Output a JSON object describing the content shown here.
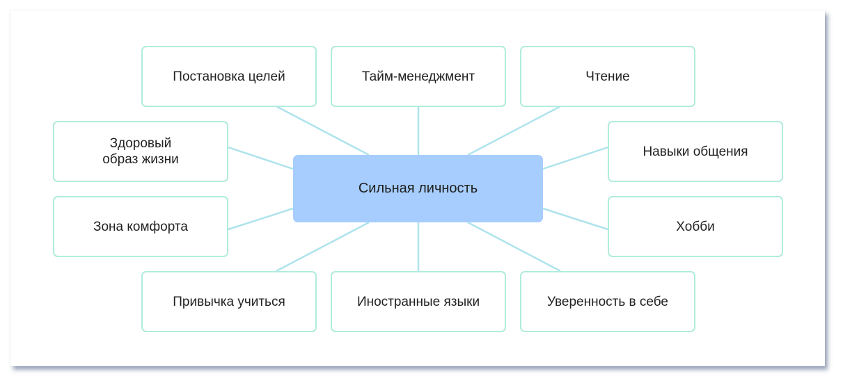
{
  "diagram": {
    "center": {
      "label": "Сильная личность"
    },
    "nodes": [
      {
        "id": "goal-setting",
        "label": "Постановка целей"
      },
      {
        "id": "time-management",
        "label": "Тайм-менеджмент"
      },
      {
        "id": "reading",
        "label": "Чтение"
      },
      {
        "id": "healthy-lifestyle",
        "label": "Здоровый\nобраз жизни"
      },
      {
        "id": "communication-skills",
        "label": "Навыки общения"
      },
      {
        "id": "comfort-zone",
        "label": "Зона комфорта"
      },
      {
        "id": "hobby",
        "label": "Хобби"
      },
      {
        "id": "learning-habit",
        "label": "Привычка учиться"
      },
      {
        "id": "foreign-languages",
        "label": "Иностранные языки"
      },
      {
        "id": "self-confidence",
        "label": "Уверенность в себе"
      }
    ],
    "colors": {
      "center_fill": "#a6cdfd",
      "node_border": "#b0ecdc",
      "connector": "#aee3ec"
    }
  }
}
